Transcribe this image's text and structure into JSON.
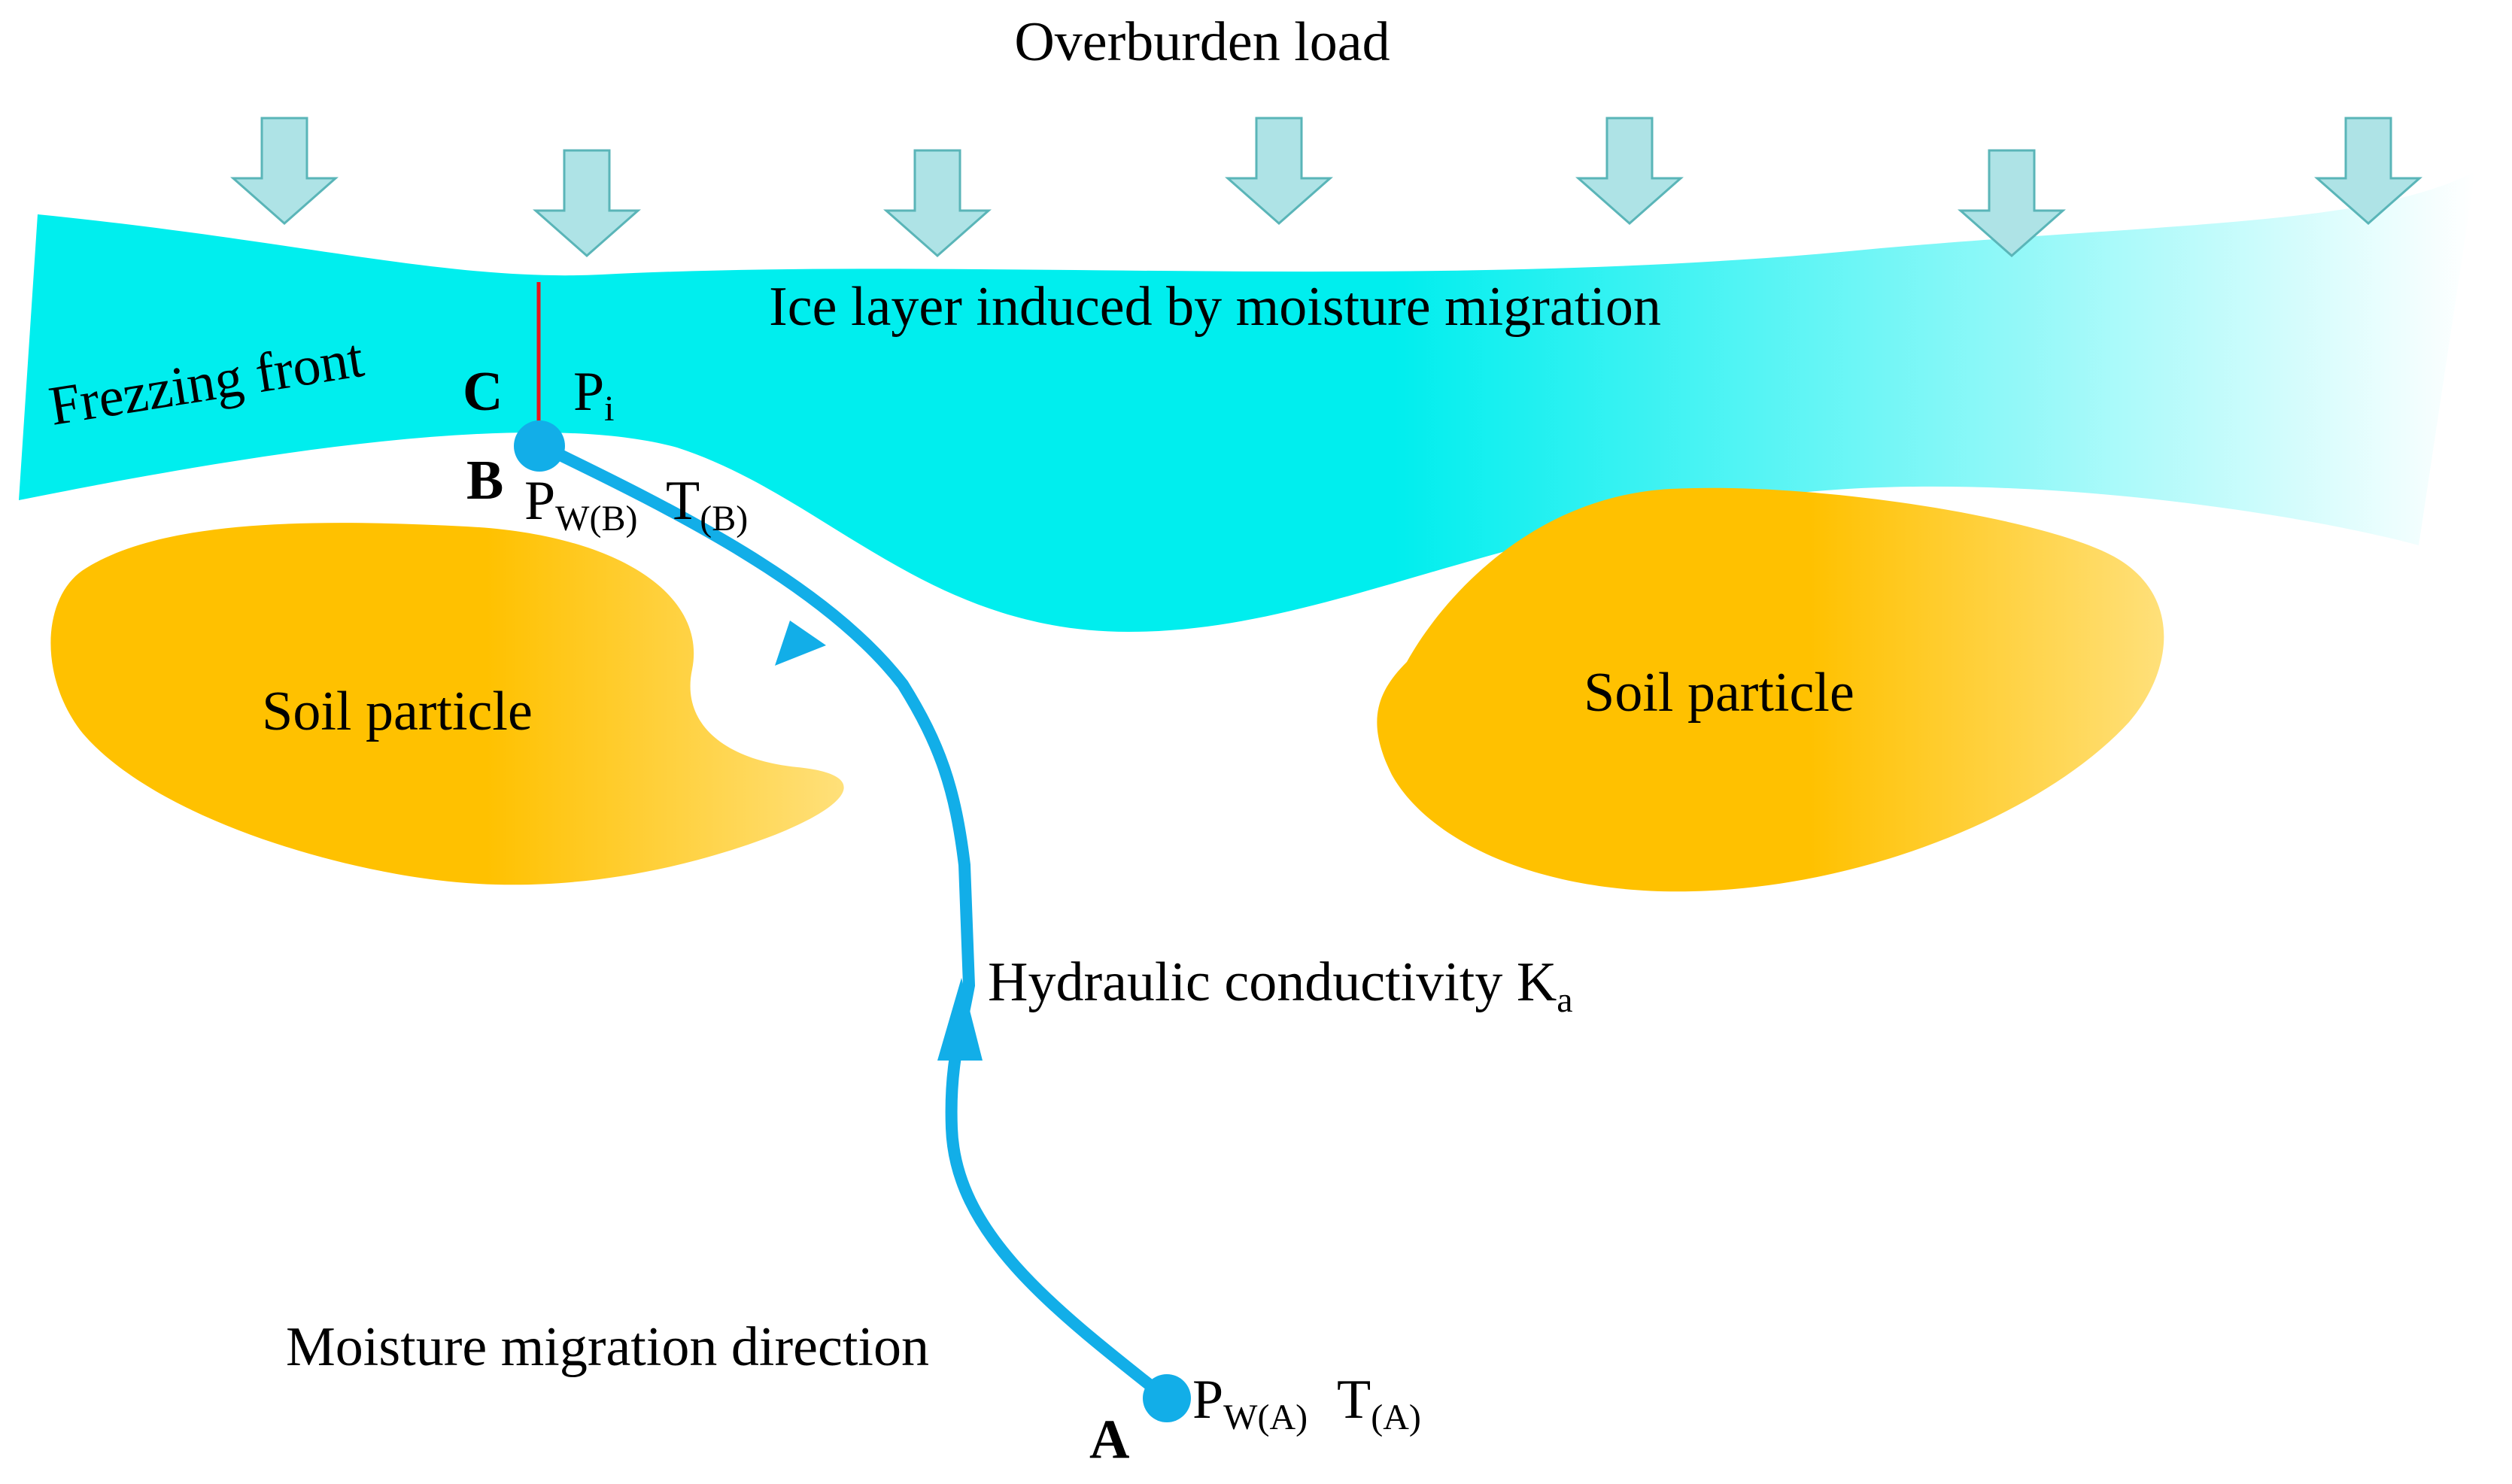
{
  "labels": {
    "overburden": "Overburden load",
    "ice_layer": "Ice layer induced by moisture migration",
    "freezing_front": "Frezzing front",
    "soil_left": "Soil particle",
    "soil_right": "Soil particle",
    "hydraulic": "Hydraulic conductivity K",
    "hydraulic_sub": "a",
    "migration": "Moisture migration direction"
  },
  "points": {
    "A": {
      "letter": "A",
      "P": "P",
      "P_sub": "W(A)",
      "T": "T",
      "T_sub": "(A)"
    },
    "B": {
      "letter": "B",
      "P": "P",
      "P_sub": "W(B)",
      "T": "T",
      "T_sub": "(B)"
    },
    "C": {
      "letter": "C",
      "P": "P",
      "P_sub": "i"
    }
  },
  "colors": {
    "ice": "#00eeee",
    "ice_fade": "#ffffff",
    "soil": "#ffc100",
    "soil_light": "#ffe07a",
    "flow": "#12aee8",
    "load_arrow_fill": "#aee3e6",
    "load_arrow_stroke": "#5ab5b8",
    "ice_pressure_arrow": "#e8141b"
  },
  "icons": {
    "load_arrow": "down-arrow-icon",
    "ice_pressure": "red-down-arrow-icon",
    "flow": "upward-flow-arrow-icon"
  }
}
